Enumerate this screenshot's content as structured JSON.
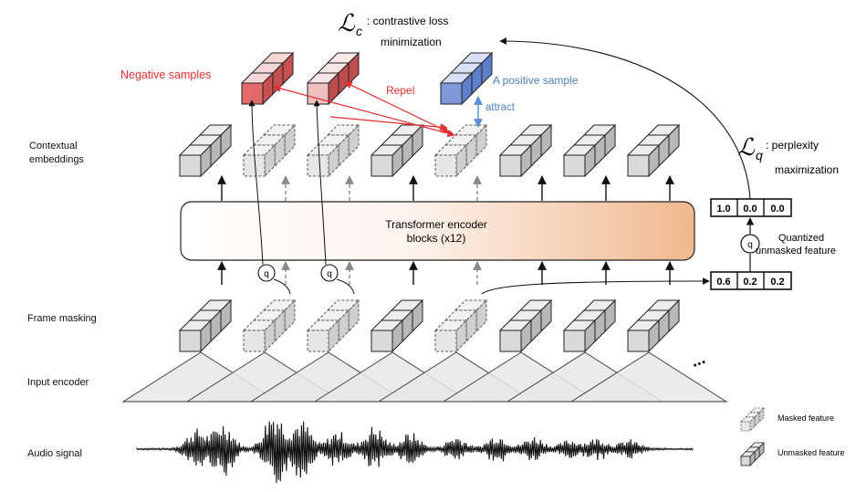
{
  "labels": {
    "contextual_1": "Contextual",
    "contextual_2": "embeddings",
    "frame_masking": "Frame masking",
    "input_encoder": "Input encoder",
    "audio_signal": "Audio signal"
  },
  "loss_c": {
    "symbol": "ℒ",
    "sub": "c",
    "text_1": ": contrastive loss",
    "text_2": "minimization"
  },
  "loss_q": {
    "symbol": "ℒ",
    "sub": "q",
    "text_1": ": perplexity",
    "text_2": "maximization"
  },
  "negative_samples": "Negative samples",
  "positive_sample": "A positive sample",
  "repel": "Repel",
  "attract": "attract",
  "transformer": {
    "line1": "Transformer encoder",
    "line2": "blocks (x12)"
  },
  "quant_symbol": "q",
  "quantized": {
    "line1": "Quantized",
    "line2": "unmasked feature"
  },
  "vector_top": [
    "1.0",
    "0.0",
    "0.0"
  ],
  "vector_bottom": [
    "0.6",
    "0.2",
    "0.2"
  ],
  "ellipsis": "...",
  "legend": {
    "masked": "Masked feature",
    "unmasked": "Unmasked feature"
  },
  "colors": {
    "negative": "#e03030",
    "positive_text": "#4a7fc0",
    "attract": "#5b8fd0",
    "neg_cube_dark": "#e26a6a",
    "neg_cube_light": "#f2c4c4",
    "pos_cube": "#7f99d8",
    "transformer_gradient_end": "#f0b88e"
  }
}
